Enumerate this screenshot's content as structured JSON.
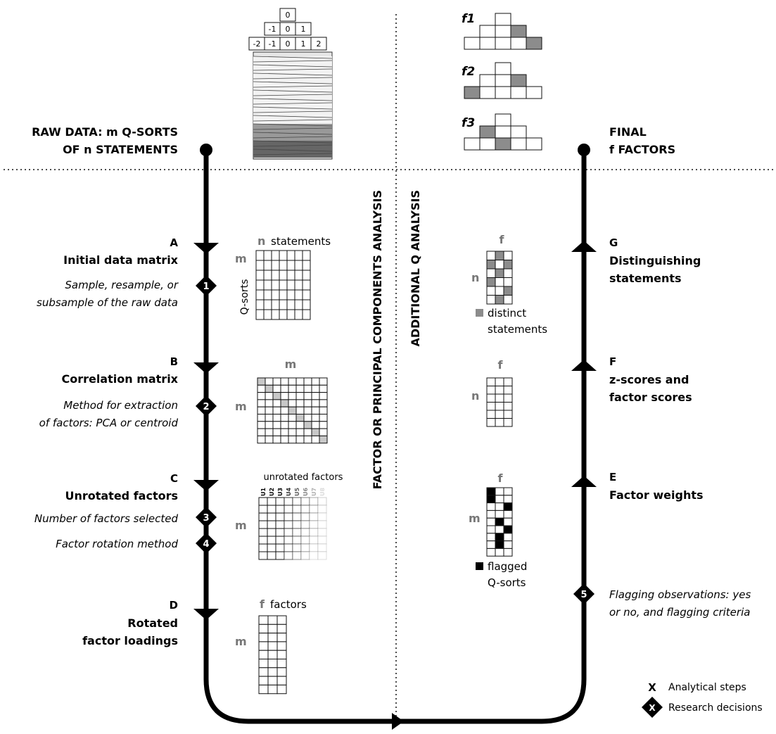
{
  "header": {
    "raw_data": [
      "RAW DATA: m Q-SORTS",
      "OF n STATEMENTS"
    ],
    "final": [
      "FINAL",
      "f FACTORS"
    ]
  },
  "distribution_top": {
    "row1": [
      "0"
    ],
    "row2": [
      "-1",
      "0",
      "1"
    ],
    "row3": [
      "-2",
      "-1",
      "0",
      "1",
      "2"
    ]
  },
  "factor_labels": [
    "f1",
    "f2",
    "f3"
  ],
  "vertical_labels": {
    "left": "FACTOR OR PRINCIPAL COMPONENTS ANALYSIS",
    "right": "ADDITIONAL Q ANALYSIS"
  },
  "steps_left": [
    {
      "letter": "A",
      "title": [
        "Initial data matrix"
      ],
      "decisions": [
        {
          "num": "1",
          "text": [
            "Sample, resample, or",
            "subsample of the raw data"
          ]
        }
      ]
    },
    {
      "letter": "B",
      "title": [
        "Correlation matrix"
      ],
      "decisions": [
        {
          "num": "2",
          "text": [
            "Method for extraction",
            "of factors: PCA or centroid"
          ]
        }
      ]
    },
    {
      "letter": "C",
      "title": [
        "Unrotated factors"
      ],
      "decisions": [
        {
          "num": "3",
          "text": [
            "Number of factors selected"
          ]
        },
        {
          "num": "4",
          "text": [
            "Factor rotation method"
          ]
        }
      ]
    },
    {
      "letter": "D",
      "title": [
        "Rotated",
        "factor loadings"
      ],
      "decisions": []
    }
  ],
  "steps_right": [
    {
      "letter": "G",
      "title": [
        "Distinguishing",
        "statements"
      ]
    },
    {
      "letter": "F",
      "title": [
        "z-scores and",
        "factor scores"
      ]
    },
    {
      "letter": "E",
      "title": [
        "Factor weights"
      ]
    }
  ],
  "decision_right": {
    "num": "5",
    "text": [
      "Flagging observations: yes",
      "or no, and flagging criteria"
    ]
  },
  "matrices": {
    "a": {
      "col_letter": "n",
      "col_word": "statements",
      "row_letter": "m",
      "row_word": "Q-sorts"
    },
    "b": {
      "col_letter": "m",
      "row_letter": "m"
    },
    "c": {
      "title": "unrotated factors",
      "cols": [
        "U1",
        "U2",
        "U3",
        "U4",
        "U5",
        "U6",
        "U7",
        "U8"
      ],
      "row_letter": "m"
    },
    "d": {
      "col_letter": "f",
      "col_word": "factors",
      "row_letter": "m"
    },
    "g": {
      "col_letter": "f",
      "row_letter": "n",
      "legend": [
        "distinct",
        "statements"
      ]
    },
    "f": {
      "col_letter": "f",
      "row_letter": "n"
    },
    "e": {
      "col_letter": "f",
      "row_letter": "m",
      "legend": [
        "flagged",
        "Q-sorts"
      ]
    }
  },
  "legend": {
    "x_symbol": "X",
    "analytical": "Analytical steps",
    "research": "Research decisions"
  },
  "colors": {
    "line": "#000000",
    "grey_cell": "#8c8c8c",
    "letter_grey": "#777777"
  }
}
